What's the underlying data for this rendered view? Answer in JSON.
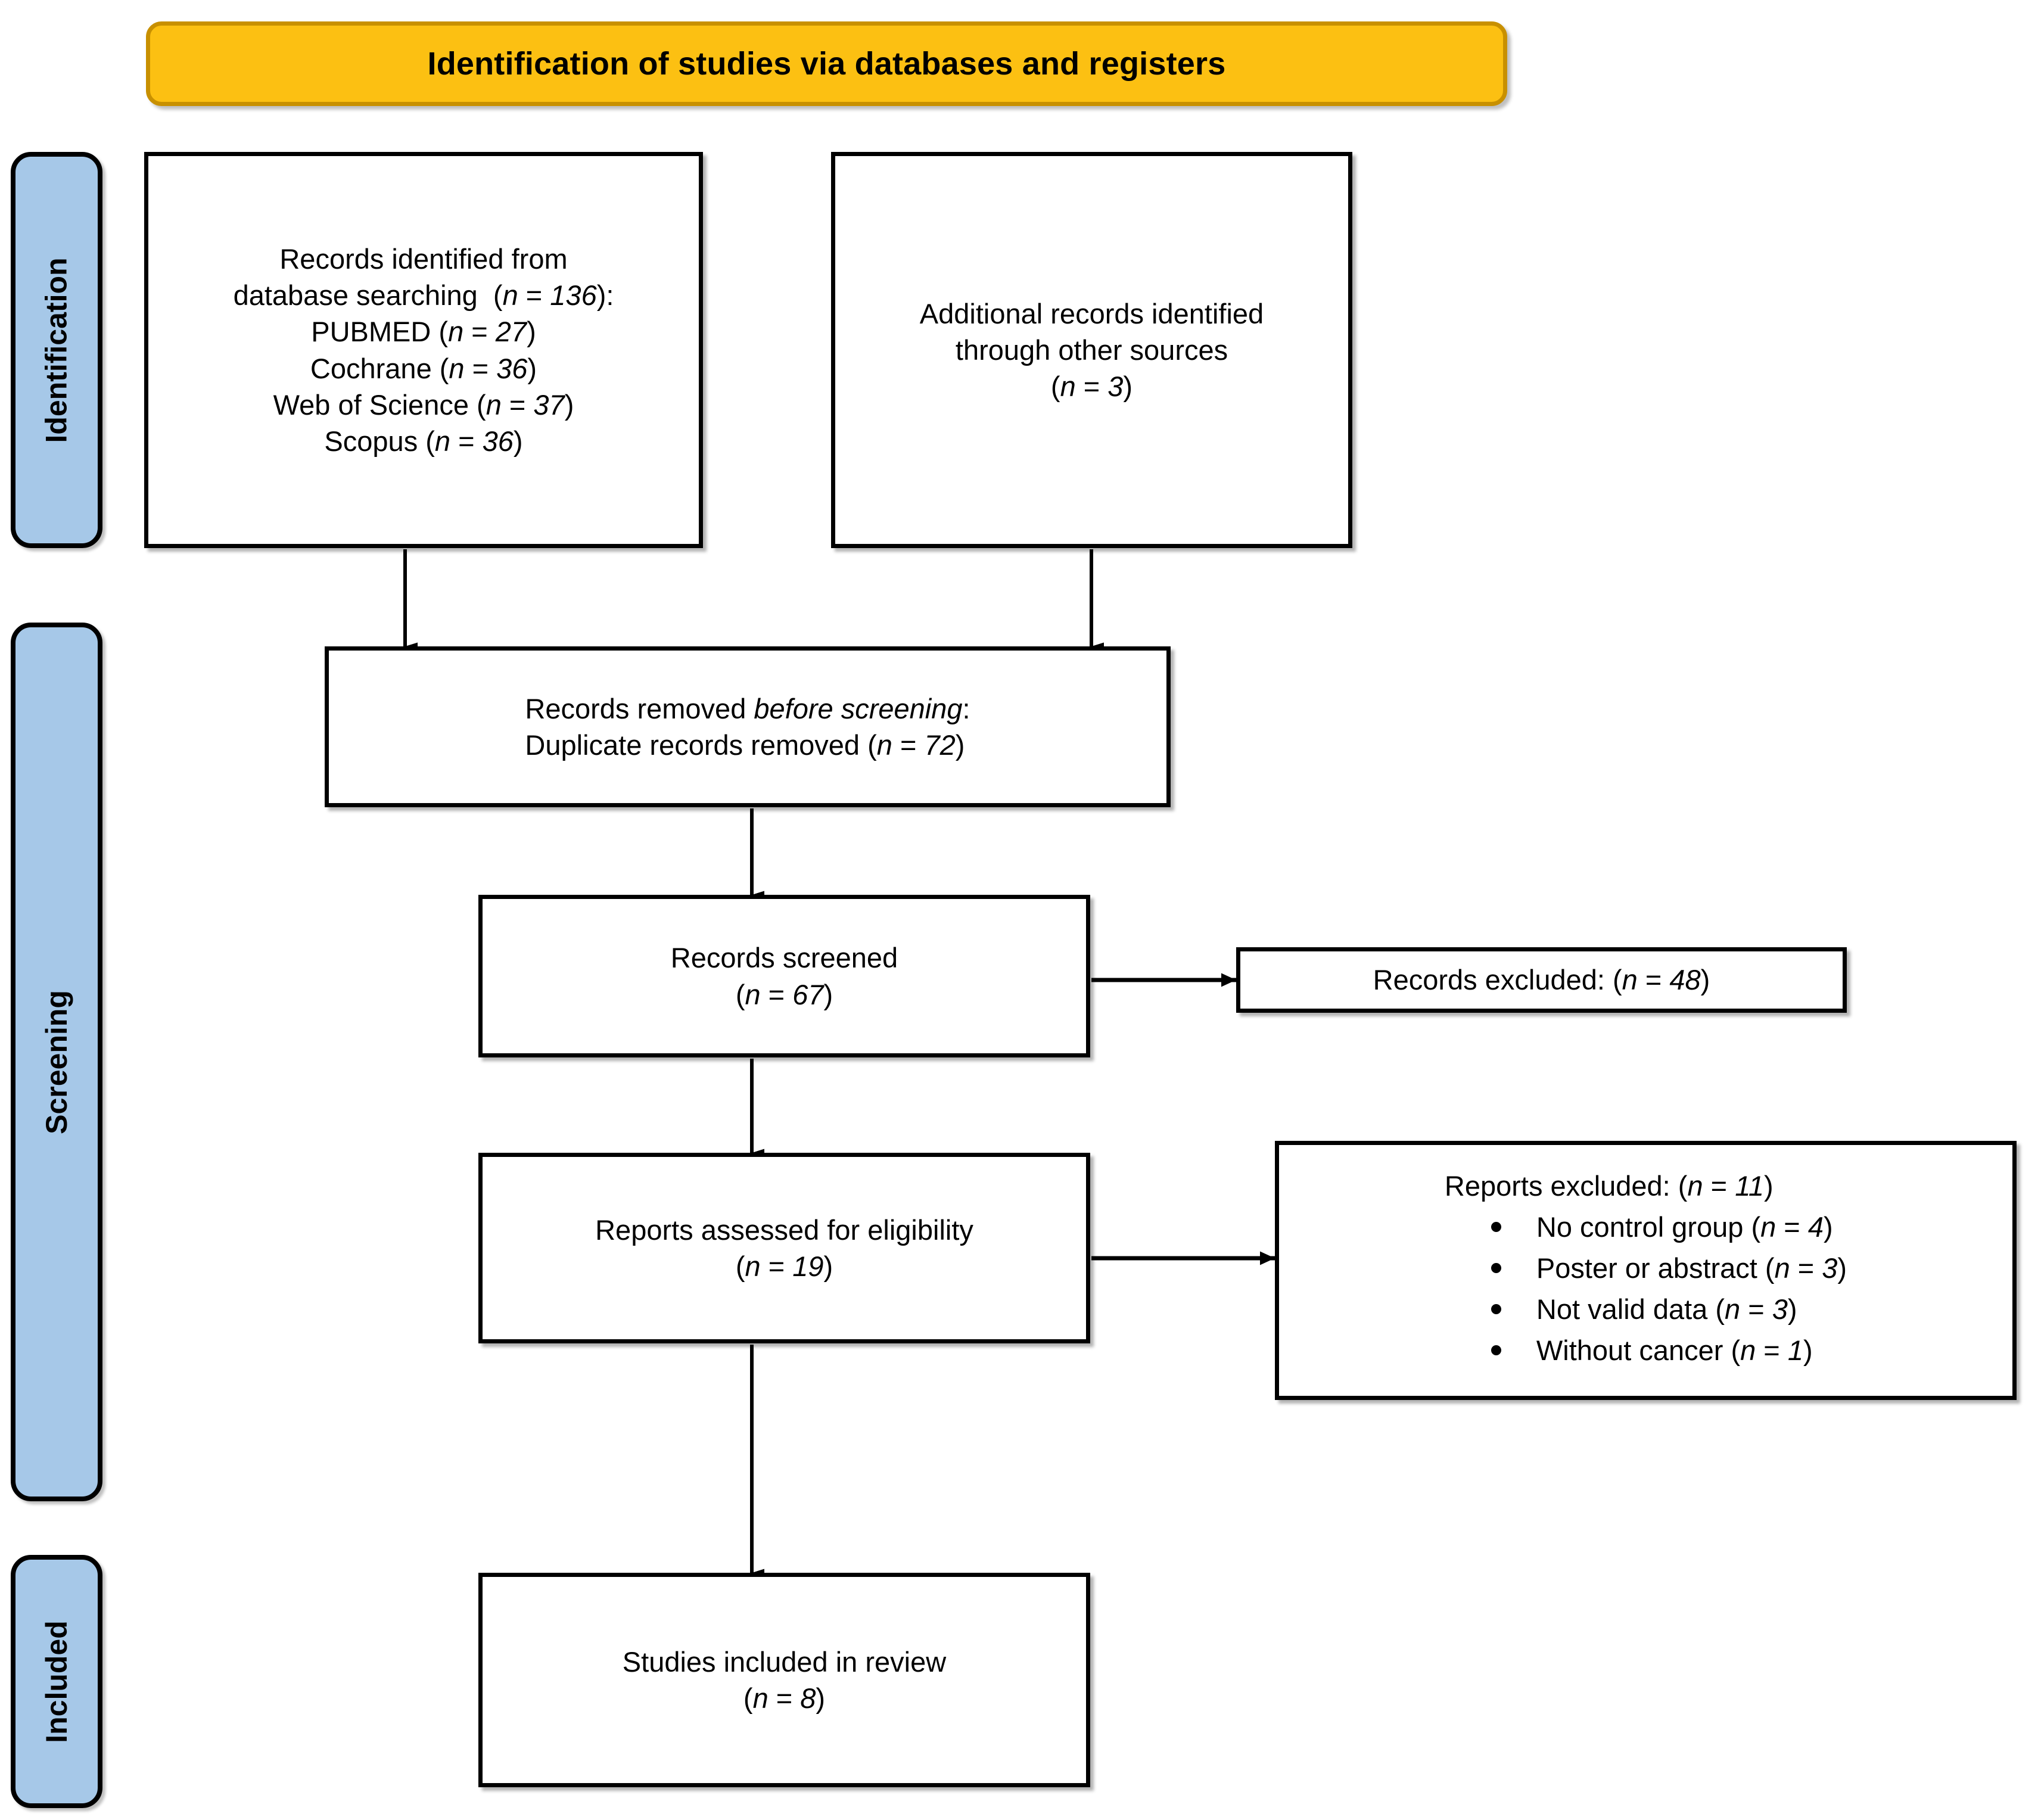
{
  "banner": {
    "title": "Identification of studies via databases and registers"
  },
  "phases": [
    {
      "id": "identification",
      "label": "Identification"
    },
    {
      "id": "screening",
      "label": "Screening"
    },
    {
      "id": "included",
      "label": "Included"
    }
  ],
  "colors": {
    "banner_fill": "#FCC012",
    "banner_border": "#C89000",
    "phase_fill": "#A6C8E8",
    "box_border": "#000000",
    "box_fill": "#FFFFFF",
    "text": "#000000"
  },
  "boxes": {
    "identified_db": {
      "lines": [
        "Records identified from",
        "database searching  (n = 136):",
        "PUBMED (n = 27)",
        "Cochrane (n = 36)",
        "Web of Science (n = 37)",
        "Scopus (n = 36)"
      ],
      "counts": {
        "total": 136,
        "PUBMED": 27,
        "Cochrane": 36,
        "Web of Science": 37,
        "Scopus": 36
      }
    },
    "identified_other": {
      "lines": [
        "Additional records identified",
        "through other sources",
        "(n = 3)"
      ],
      "counts": {
        "total": 3
      }
    },
    "removed_before_screening": {
      "lines": [
        "Records removed before screening:",
        "Duplicate records removed (n = 72)"
      ],
      "counts": {
        "duplicates_removed": 72
      }
    },
    "records_screened": {
      "lines": [
        "Records screened",
        "(n = 67)"
      ],
      "counts": {
        "total": 67
      }
    },
    "records_excluded": {
      "lines": [
        "Records excluded: (n = 48)"
      ],
      "counts": {
        "total": 48
      }
    },
    "reports_assessed": {
      "lines": [
        "Reports assessed for eligibility",
        "(n = 19)"
      ],
      "counts": {
        "total": 19
      }
    },
    "reports_excluded": {
      "heading": "Reports excluded: (n = 11)",
      "counts": {
        "total": 11
      },
      "reasons": [
        {
          "label": "No control group (n = 4)",
          "n": 4
        },
        {
          "label": "Poster or abstract (n = 3)",
          "n": 3
        },
        {
          "label": "Not valid data (n = 3)",
          "n": 3
        },
        {
          "label": "Without cancer (n = 1)",
          "n": 1
        }
      ]
    },
    "studies_included": {
      "lines": [
        "Studies included in review",
        "(n = 8)"
      ],
      "counts": {
        "total": 8
      }
    }
  }
}
